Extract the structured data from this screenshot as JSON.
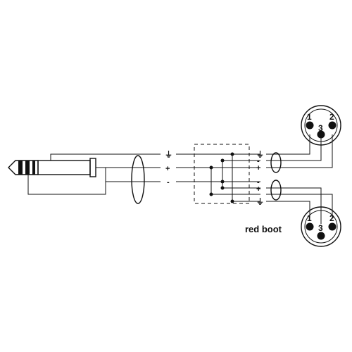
{
  "diagram": {
    "symbols": {
      "ground": "⏚",
      "plus": "+",
      "minus": "-"
    },
    "xlr_top": {
      "pins": [
        "1",
        "2",
        "3"
      ]
    },
    "xlr_bottom": {
      "pins": [
        "1",
        "2",
        "3"
      ]
    },
    "caption": "red boot",
    "colors": {
      "ink": "#111111",
      "background": "#ffffff"
    }
  }
}
